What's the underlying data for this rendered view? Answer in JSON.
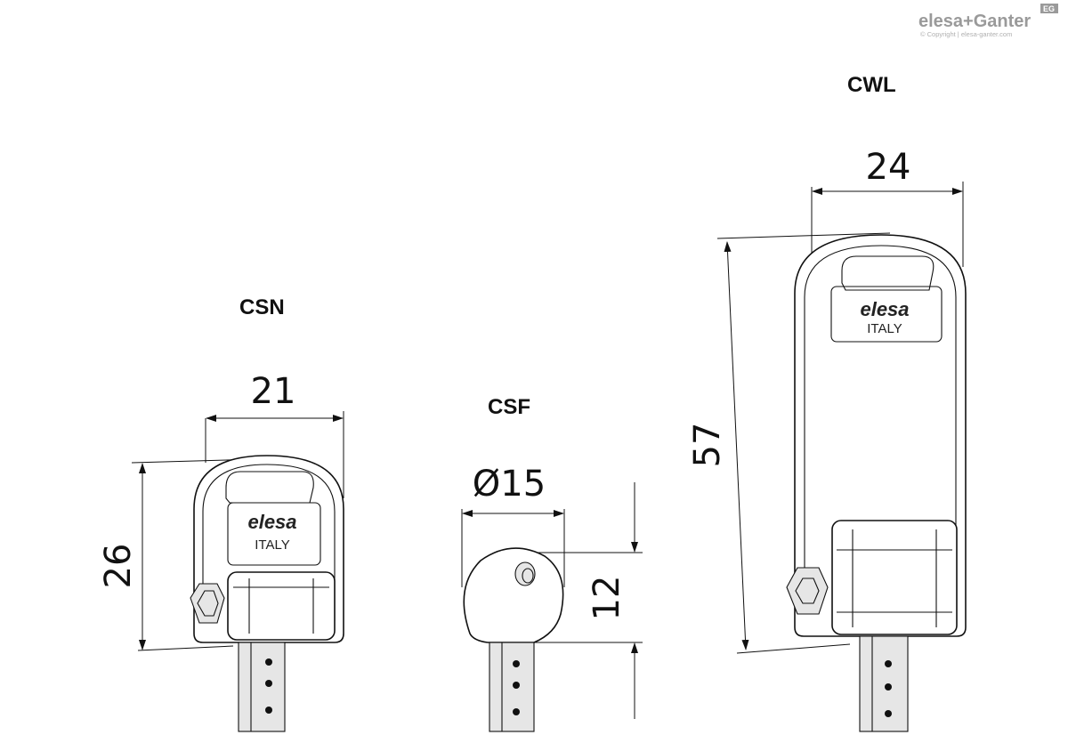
{
  "brand": {
    "logo_text": "elesa+Ganter",
    "badge_text": "EG",
    "copyright": "© Copyright | elesa-ganter.com"
  },
  "keys": {
    "csn": {
      "label": "CSN",
      "width_dim": "21",
      "height_dim": "26",
      "engraving_brand": "elesa",
      "engraving_country": "ITALY"
    },
    "csf": {
      "label": "CSF",
      "diameter_dim": "Ø15",
      "height_dim": "12"
    },
    "cwl": {
      "label": "CWL",
      "width_dim": "24",
      "height_dim": "57",
      "engraving_brand": "elesa",
      "engraving_country": "ITALY"
    }
  }
}
